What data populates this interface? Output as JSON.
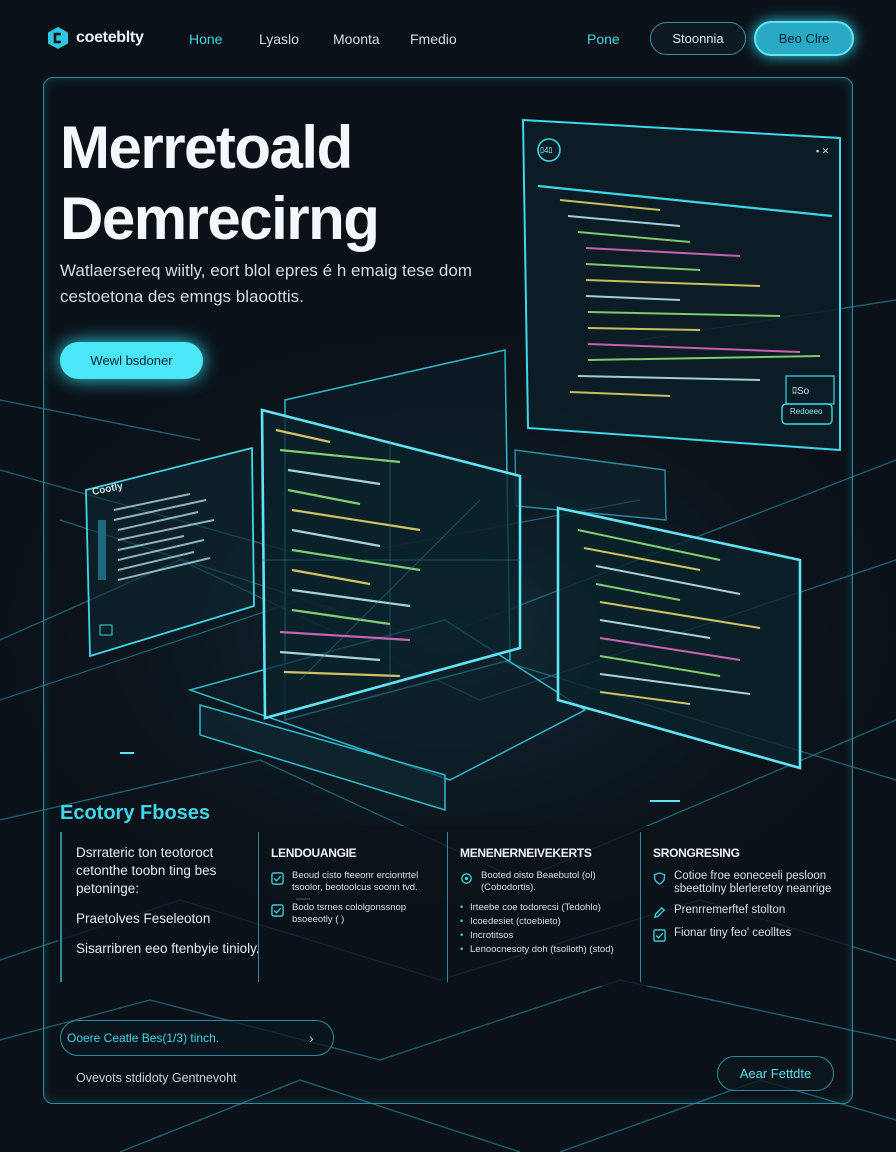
{
  "nav": {
    "brand": "coeteblty",
    "links": [
      "Hone",
      "Lyaslo",
      "Moonta",
      "Fmedio"
    ],
    "active_index": 0,
    "right_link": "Pone",
    "outline_button": "Stoonnia",
    "fill_button": "Beo Clre"
  },
  "hero": {
    "title_line1": "Merretoald",
    "title_line2": "Demrecirng",
    "subtitle": "Watlaersereq wiitly, eort blol epres é h emaig tese dom cestoetona des emngs blaoottis.",
    "cta": "Wewl bsdoner"
  },
  "panels": {
    "top_right_badge": "ﾛ4ﾛ",
    "left_panel_title": "Cootly",
    "top_right_box": "ﾛSo",
    "top_right_button": "Redoeeo"
  },
  "features": {
    "section_title": "Ecotory Fboses",
    "intro": [
      "Dsrrateric ton teotoroct cetonthe toobn ting bes petoninge:",
      "Praetolves Feseleoton",
      "Sisarribren eeo ftenbyie tinioly."
    ],
    "col1": {
      "heading": "LENDOUANGIE",
      "items": [
        "Beoud cisto fteeonr erciontrtel tsoolor, beotoolcus soonn tvd.",
        "Bodo tsrnes cololgonssnop bsoeeotly ( )"
      ]
    },
    "col2": {
      "heading": "MENENERNEIVEKERTS",
      "lead": "Booted oisto Beaebutol (ol) (Cobodortis).",
      "bullets": [
        "Irteebe coe todorecsi (Tedohlo)",
        "Icoedesiet (ctoebieto)",
        "Incrotitsos",
        "Lenoocnesoty doh (tsolloth) (stod)"
      ]
    },
    "col3": {
      "heading": "SRONGRESING",
      "items": [
        "Cotioe froe eoneceeli pesloon sbeettolny blerleretoy neanrige",
        "Prenrremerftef stolton",
        "Fionar tiny feo' ceolltes"
      ]
    }
  },
  "bottom": {
    "input_value": "Ooere Ceatle Bes(1/3) tinch.",
    "footnote": "Ovevots stdidoty Gentnevoht",
    "button": "Aear Fettdte"
  },
  "colors": {
    "accent": "#3fd6ea",
    "background": "#0b1118",
    "frame": "#2f8aa0",
    "code_green": "#8ee07a",
    "code_yellow": "#e6d36b",
    "code_pink": "#e06bc4"
  }
}
